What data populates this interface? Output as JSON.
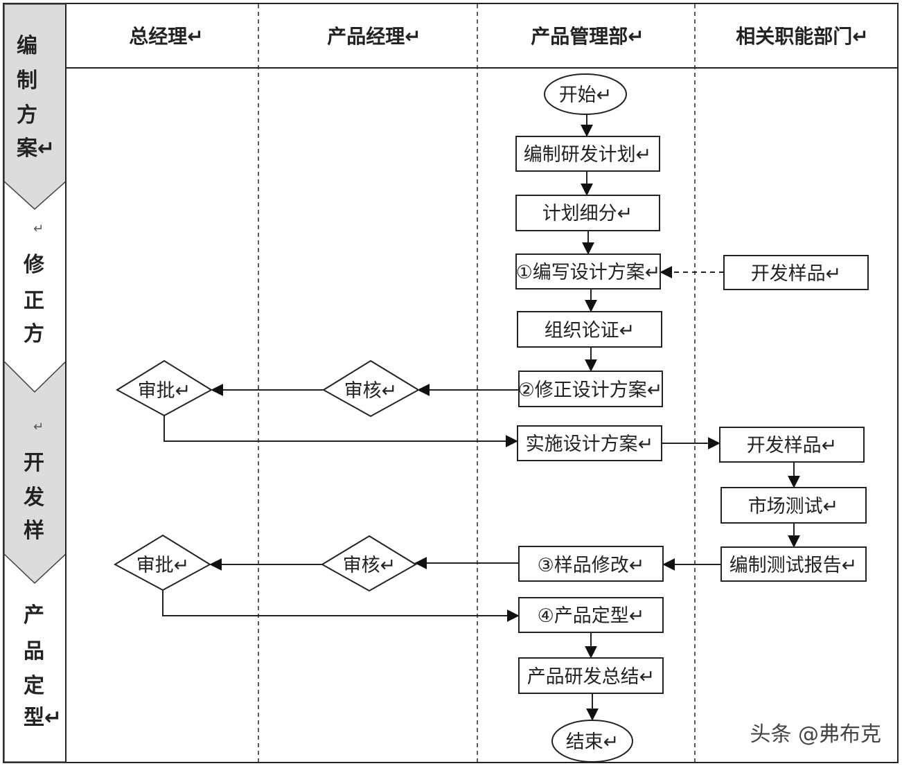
{
  "lanes": [
    "总经理↵",
    "产品经理↵",
    "产品管理部↵",
    "相关职能部门↵"
  ],
  "phases": [
    {
      "chars": [
        "编",
        "制",
        "方",
        "案↵"
      ],
      "pre": "",
      "shaded": true
    },
    {
      "chars": [
        "修",
        "正",
        "方"
      ],
      "pre": "↵",
      "shaded": false
    },
    {
      "chars": [
        "开",
        "发",
        "样"
      ],
      "pre": "↵",
      "shaded": true
    },
    {
      "chars": [
        "产",
        "品",
        "定",
        "型↵"
      ],
      "pre": "",
      "shaded": false
    }
  ],
  "nodes": {
    "start": "开始↵",
    "plan": "编制研发计划↵",
    "split": "计划细分↵",
    "write": "①编写设计方案↵",
    "sample_ref": "开发样品↵",
    "review_meet": "组织论证↵",
    "revise": "②修正设计方案↵",
    "audit1": "审核↵",
    "approve1": "审批↵",
    "implement": "实施设计方案↵",
    "sample": "开发样品↵",
    "market": "市场测试↵",
    "report": "编制测试报告↵",
    "modify": "③样品修改↵",
    "audit2": "审核↵",
    "approve2": "审批↵",
    "finalize": "④产品定型↵",
    "summary": "产品研发总结↵",
    "end": "结束↵"
  },
  "watermark": "头条 @弗布克"
}
